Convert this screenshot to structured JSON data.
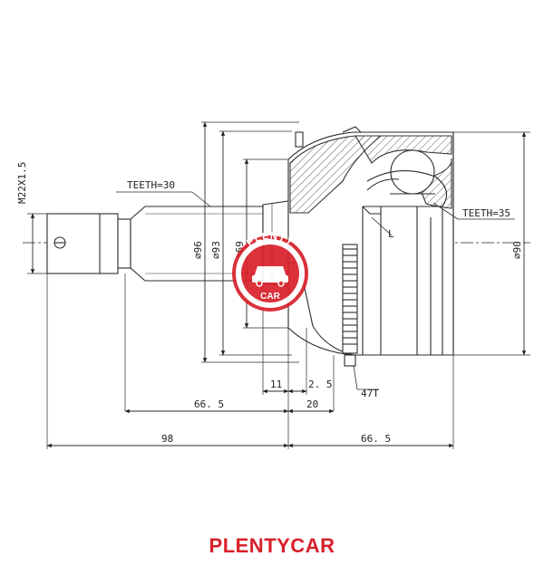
{
  "drawing": {
    "thread_label": "M22X1.5",
    "shaft_teeth_label": "TEETH=30",
    "outer_teeth_label": "TEETH=35",
    "dia_96": "⌀96",
    "dia_93": "⌀93",
    "dia_69": "⌀69",
    "dia_90": "⌀90",
    "marker_L": "L",
    "dim_11": "11",
    "dim_2_5": "2. 5",
    "dim_47T": "47T",
    "dim_66_5_left": "66. 5",
    "dim_20": "20",
    "dim_98": "98",
    "dim_66_5_right": "66. 5"
  },
  "watermark": {
    "top_text": "PLENTY",
    "bottom_text": "CAR",
    "color": "#d8202a"
  },
  "footer": {
    "brand": "PLENTYCAR"
  },
  "colors": {
    "line": "#2a2a2a",
    "accent": "#d8202a"
  }
}
